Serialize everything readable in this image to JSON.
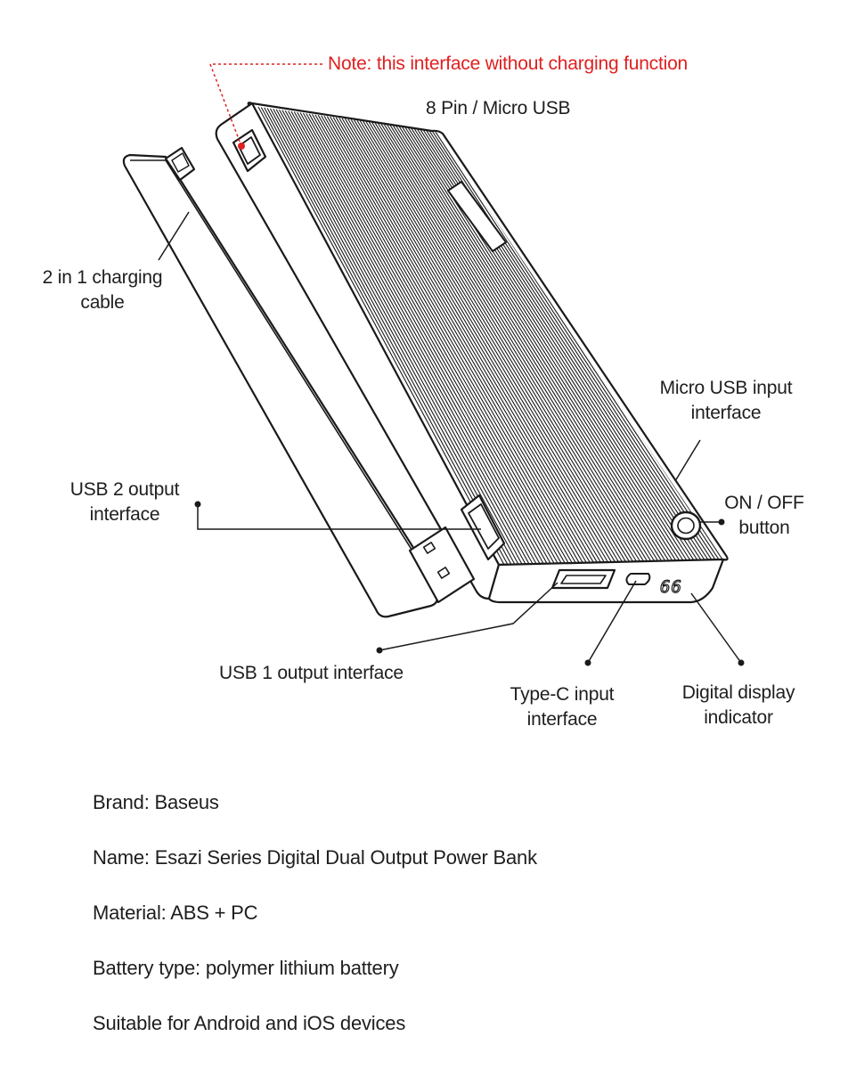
{
  "colors": {
    "note": "#e02020",
    "line": "#1a1a1a",
    "background": "#ffffff"
  },
  "diagram": {
    "note": "Note: this interface without charging function",
    "connector_label": "8 Pin / Micro USB",
    "labels": {
      "cable": [
        "2 in 1 charging",
        "cable"
      ],
      "micro_usb_input": [
        "Micro USB input",
        "interface"
      ],
      "usb2_output": [
        "USB 2 output",
        "interface"
      ],
      "on_off": [
        "ON / OFF",
        "button"
      ],
      "usb1_output": "USB 1 output interface",
      "type_c_input": [
        "Type-C input",
        "interface"
      ],
      "digital_display": [
        "Digital display",
        "indicator"
      ]
    },
    "display_digits": "66"
  },
  "specs": [
    "Brand: Baseus",
    "Name: Esazi Series Digital Dual Output Power Bank",
    "Material: ABS + PC",
    "Battery type: polymer lithium battery",
    "Suitable for Android and iOS devices"
  ]
}
